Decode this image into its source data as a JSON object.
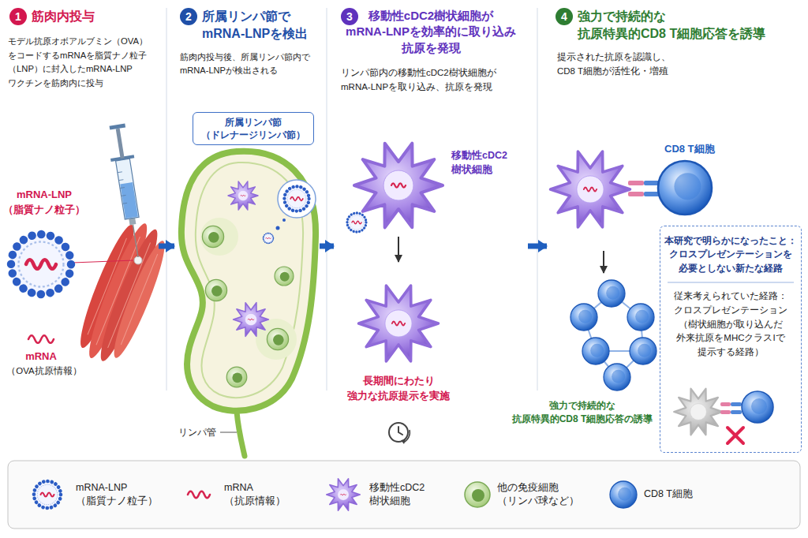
{
  "diagram": {
    "nodes": [
      {
        "text": [
          "筋肉内投与",
          "モデル抗原オボアルブミン（OVA） をコードするmRNAを脂質ナノ粒子 （LNP）に封入したmRNA-LNP ワクチンを筋肉内に投与"
        ]
      },
      {
        "text": [
          "1"
        ],
        "in": 0
      },
      {
        "text": [
          "所属リンパ節で mRNA-LNPを検出",
          "筋肉内投与後、所属リンパ節内で mRNA-LNPが検出される"
        ]
      },
      {
        "text": [
          "2"
        ],
        "in": 2
      },
      {
        "text": [
          "所属リンパ節 （ドレナージリンパ節）"
        ],
        "in": 2
      },
      {
        "text": [
          "移動性cDC2樹状細胞が mRNA-LNPを効率的に取り込み 抗原を発現",
          "リンパ節内の移動性cDC2樹状細胞が mRNA-LNPを取り込み、抗原を発現"
        ]
      },
      {
        "text": [
          "3"
        ],
        "in": 5
      },
      {
        "text": [
          "強力で持続的な 抗原特異的CD8 T細胞応答を誘導",
          "提示された抗原を認識し、 CD8 T細胞が活性化・増殖"
        ]
      },
      {
        "text": [
          "4"
        ],
        "in": 7
      },
      {
        "text": [
          "本研究で明らかになったこと： クロスプレゼンテーションを 必要としない新たな経路",
          "従来考えられていた経路： クロスプレゼンテーション （樹状細胞が取り込んだ 外来抗原をMHCクラスIで 提示する経路）"
        ],
        "in": 7
      }
    ],
    "edges": [
      {
        "from": 0,
        "to": 2,
        "arrow": "to"
      },
      {
        "from": 2,
        "to": 5,
        "arrow": "to"
      },
      {
        "from": 5,
        "to": 7,
        "arrow": "to"
      }
    ],
    "labels": [
      "mRNA-LNP （脂質ナノ粒子）",
      "mRNA",
      "（OVA抗原情報）",
      "リンパ管",
      "移動性cDC2 樹状細胞",
      "長期間にわたり 強力な抗原提示を実施",
      "CD8 T細胞",
      "強力で持続的な 抗原特異的CD8 T細胞応答の誘導"
    ],
    "legend": [
      {
        "text": "mRNA-LNP （脂質ナノ粒子）"
      },
      {
        "text": "mRNA （抗原情報）"
      },
      {
        "text": "移動性cDC2 樹状細胞"
      },
      {
        "text": "他の免疫細胞 （リンパ球など）"
      },
      {
        "text": "CD8 T細胞"
      }
    ]
  }
}
